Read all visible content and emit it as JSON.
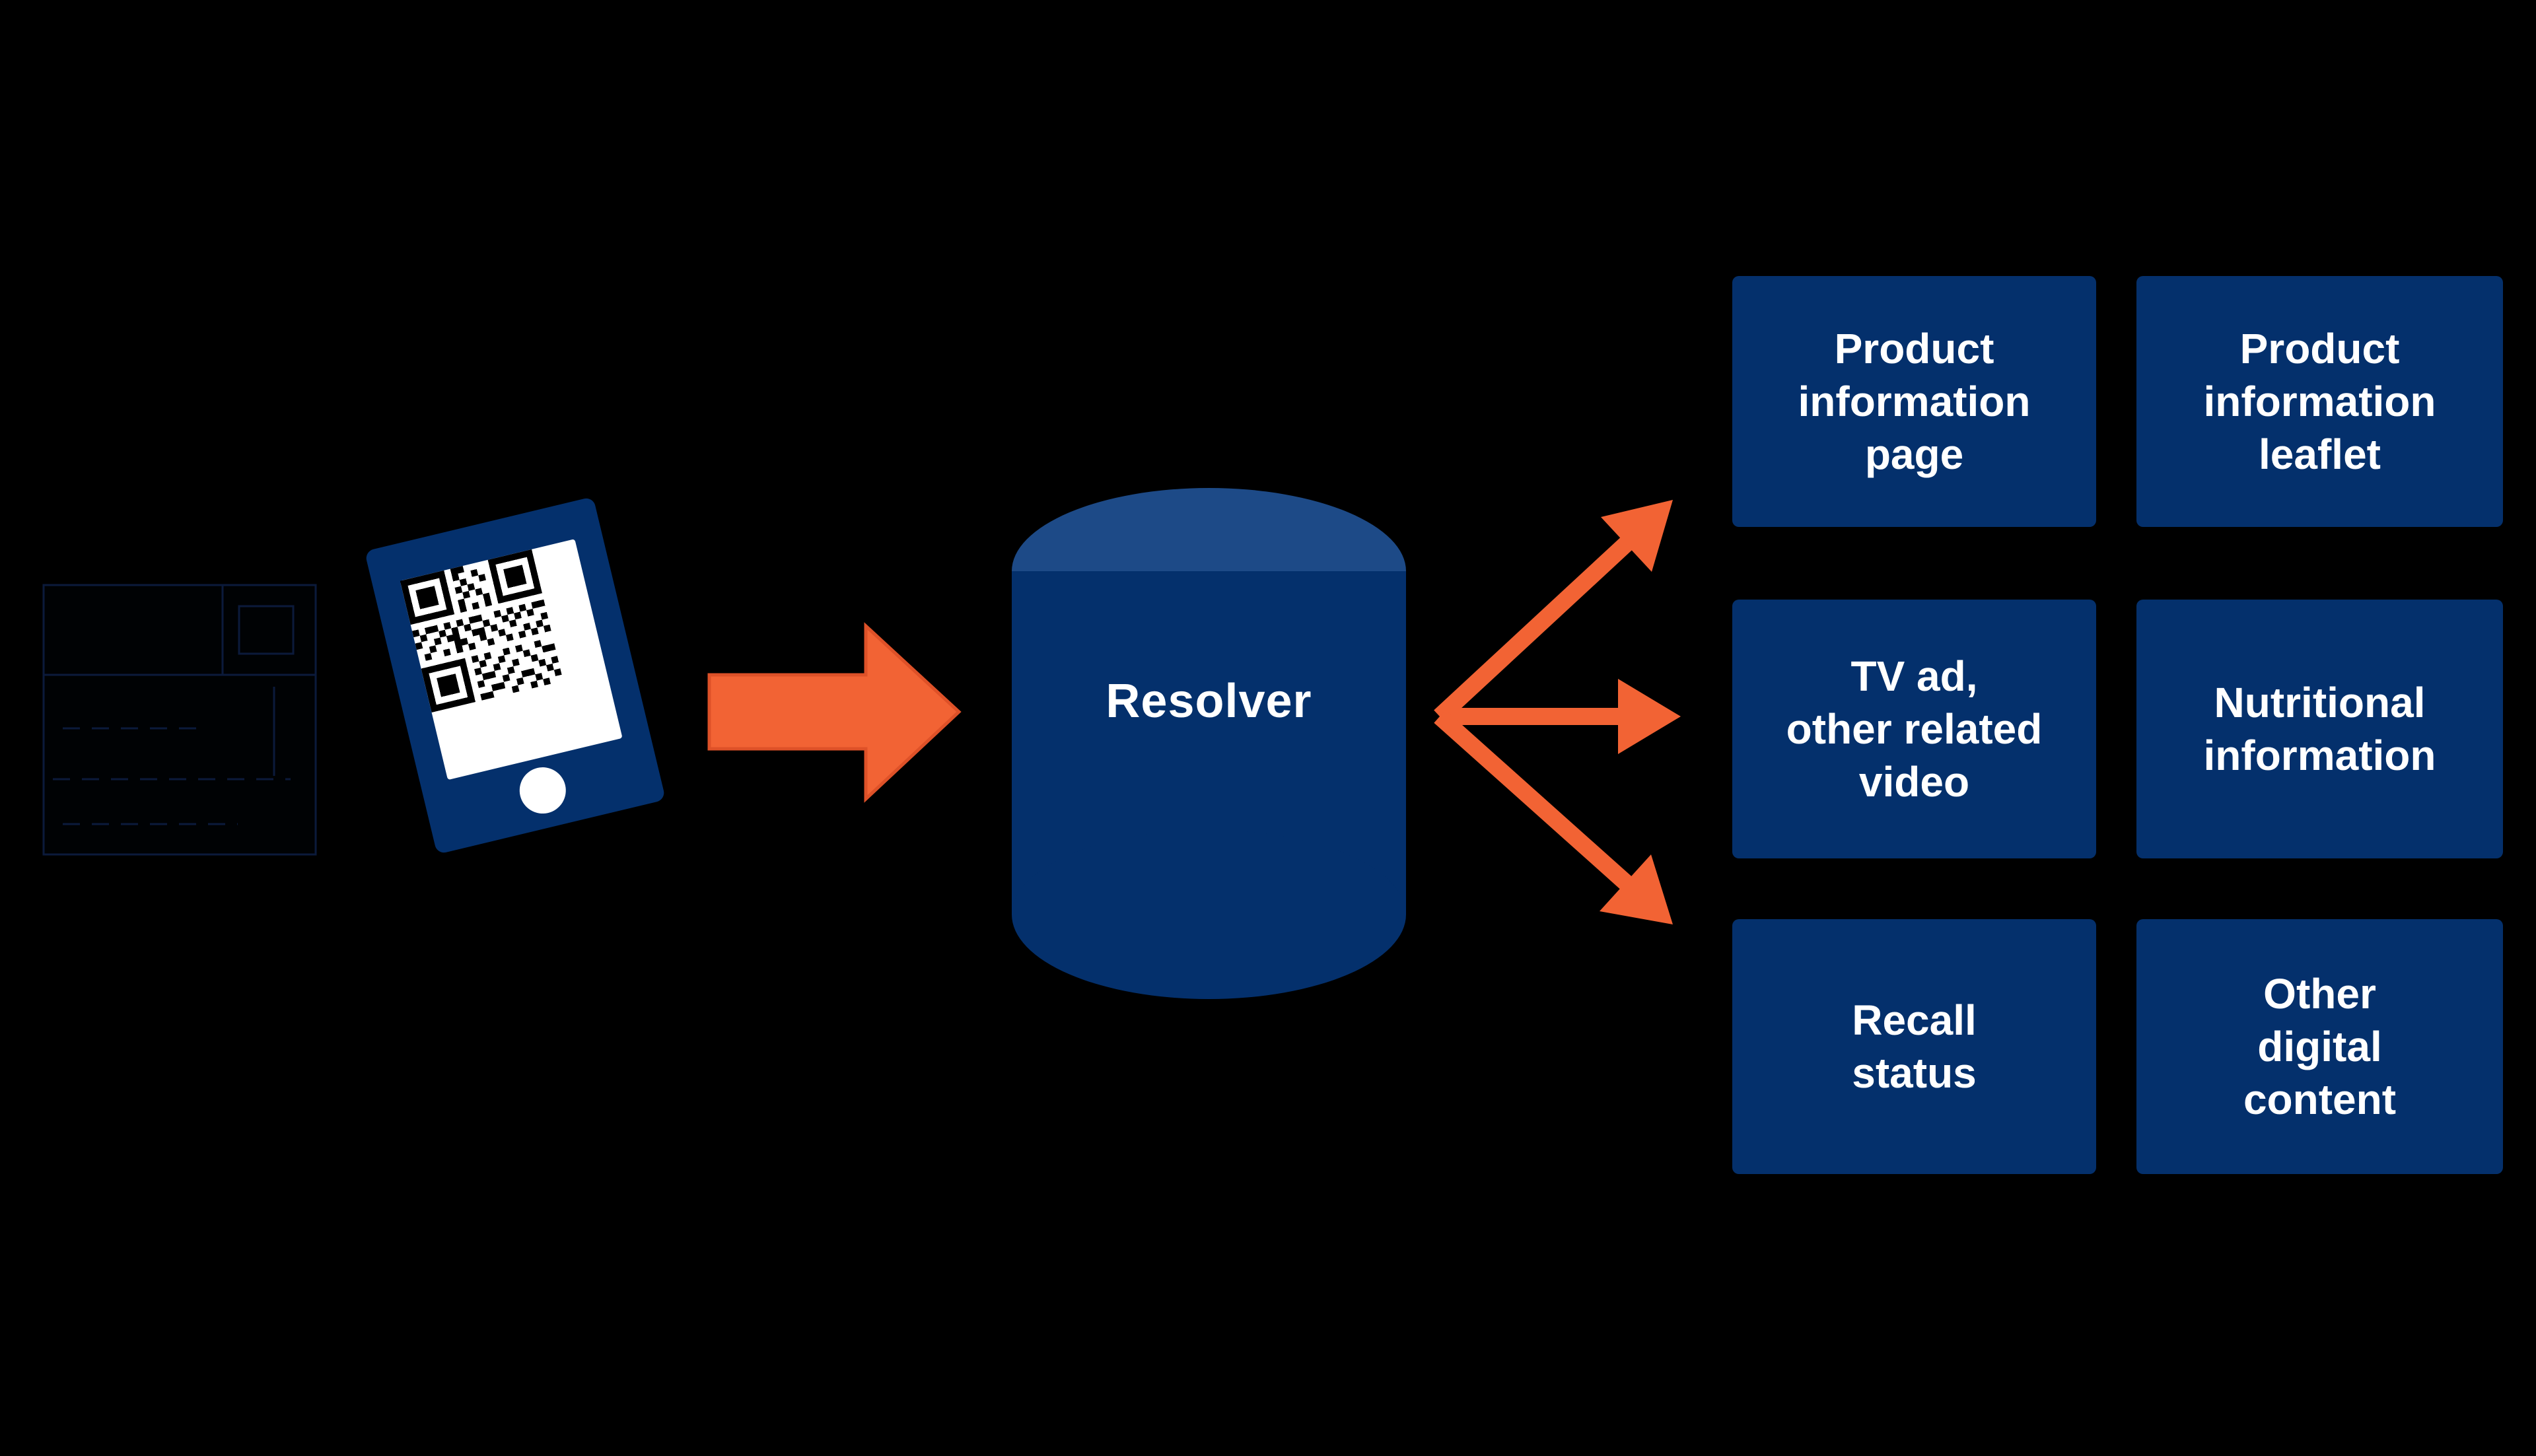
{
  "resolver": {
    "label": "Resolver"
  },
  "outputs": [
    {
      "label": "Product\ninformation\npage"
    },
    {
      "label": "Product\ninformation\nleaflet"
    },
    {
      "label": "TV ad,\nother related\nvideo"
    },
    {
      "label": "Nutritional\ninformation"
    },
    {
      "label": "Recall\nstatus"
    },
    {
      "label": "Other\ndigital\ncontent"
    }
  ],
  "colors": {
    "background": "#000000",
    "navy": "#04306C",
    "navy_light": "#1D4A87",
    "orange": "#F26334",
    "text": "#FFFFFF"
  }
}
